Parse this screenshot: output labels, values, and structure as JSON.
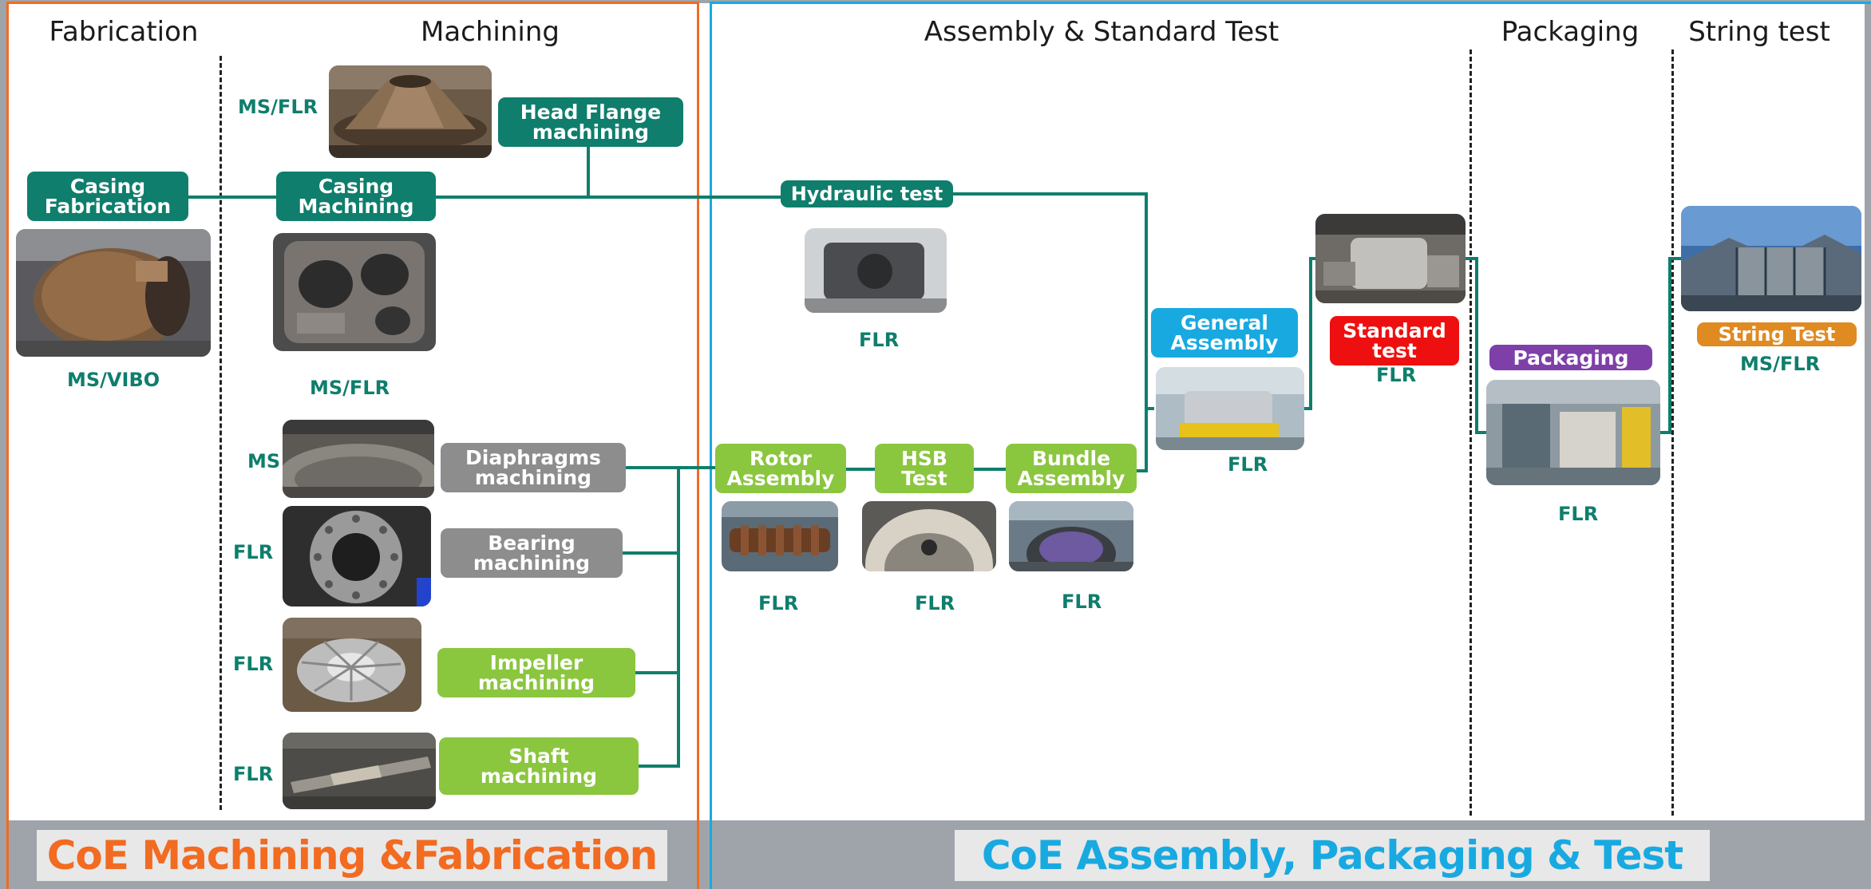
{
  "headers": {
    "fabrication": "Fabrication",
    "machining": "Machining",
    "assembly_standard_test": "Assembly & Standard Test",
    "packaging": "Packaging",
    "string_test": "String test"
  },
  "boxes": {
    "casing_fabrication": "Casing\nFabrication",
    "casing_machining": "Casing\nMachining",
    "head_flange_machining": "Head Flange\nmachining",
    "hydraulic_test": "Hydraulic test",
    "diaphragms_machining": "Diaphragms\nmachining",
    "bearing_machining": "Bearing\nmachining",
    "impeller_machining": "Impeller\nmachining",
    "shaft_machining": "Shaft\nmachining",
    "rotor_assembly": "Rotor\nAssembly",
    "hsb_test": "HSB\nTest",
    "bundle_assembly": "Bundle\nAssembly",
    "general_assembly": "General\nAssembly",
    "standard_test": "Standard\ntest",
    "packaging": "Packaging",
    "string_test": "String Test"
  },
  "locations": {
    "head_flange": "MS/FLR",
    "casing_fabrication": "MS/VIBO",
    "casing_machining": "MS/FLR",
    "diaphragms": "MS",
    "bearing": "FLR",
    "impeller": "FLR",
    "shaft": "FLR",
    "hydraulic_test": "FLR",
    "rotor_assembly": "FLR",
    "hsb_test": "FLR",
    "bundle_assembly": "FLR",
    "general_assembly": "FLR",
    "standard_test": "FLR",
    "packaging": "FLR",
    "string_test": "MS/FLR"
  },
  "banners": {
    "left_part1": "CoE Machining & ",
    "left_part2": "Fabrication",
    "right": "CoE Assembly, Packaging & Test"
  },
  "colors": {
    "teal": "#0f7e6c",
    "light_green": "#8bc63f",
    "gray": "#8d8d8d",
    "blue": "#19a9e1",
    "red": "#ee1010",
    "purple": "#7f3fa8",
    "orange": "#e08a22",
    "left_frame": "#f26b21",
    "right_frame": "#19a9e1"
  }
}
